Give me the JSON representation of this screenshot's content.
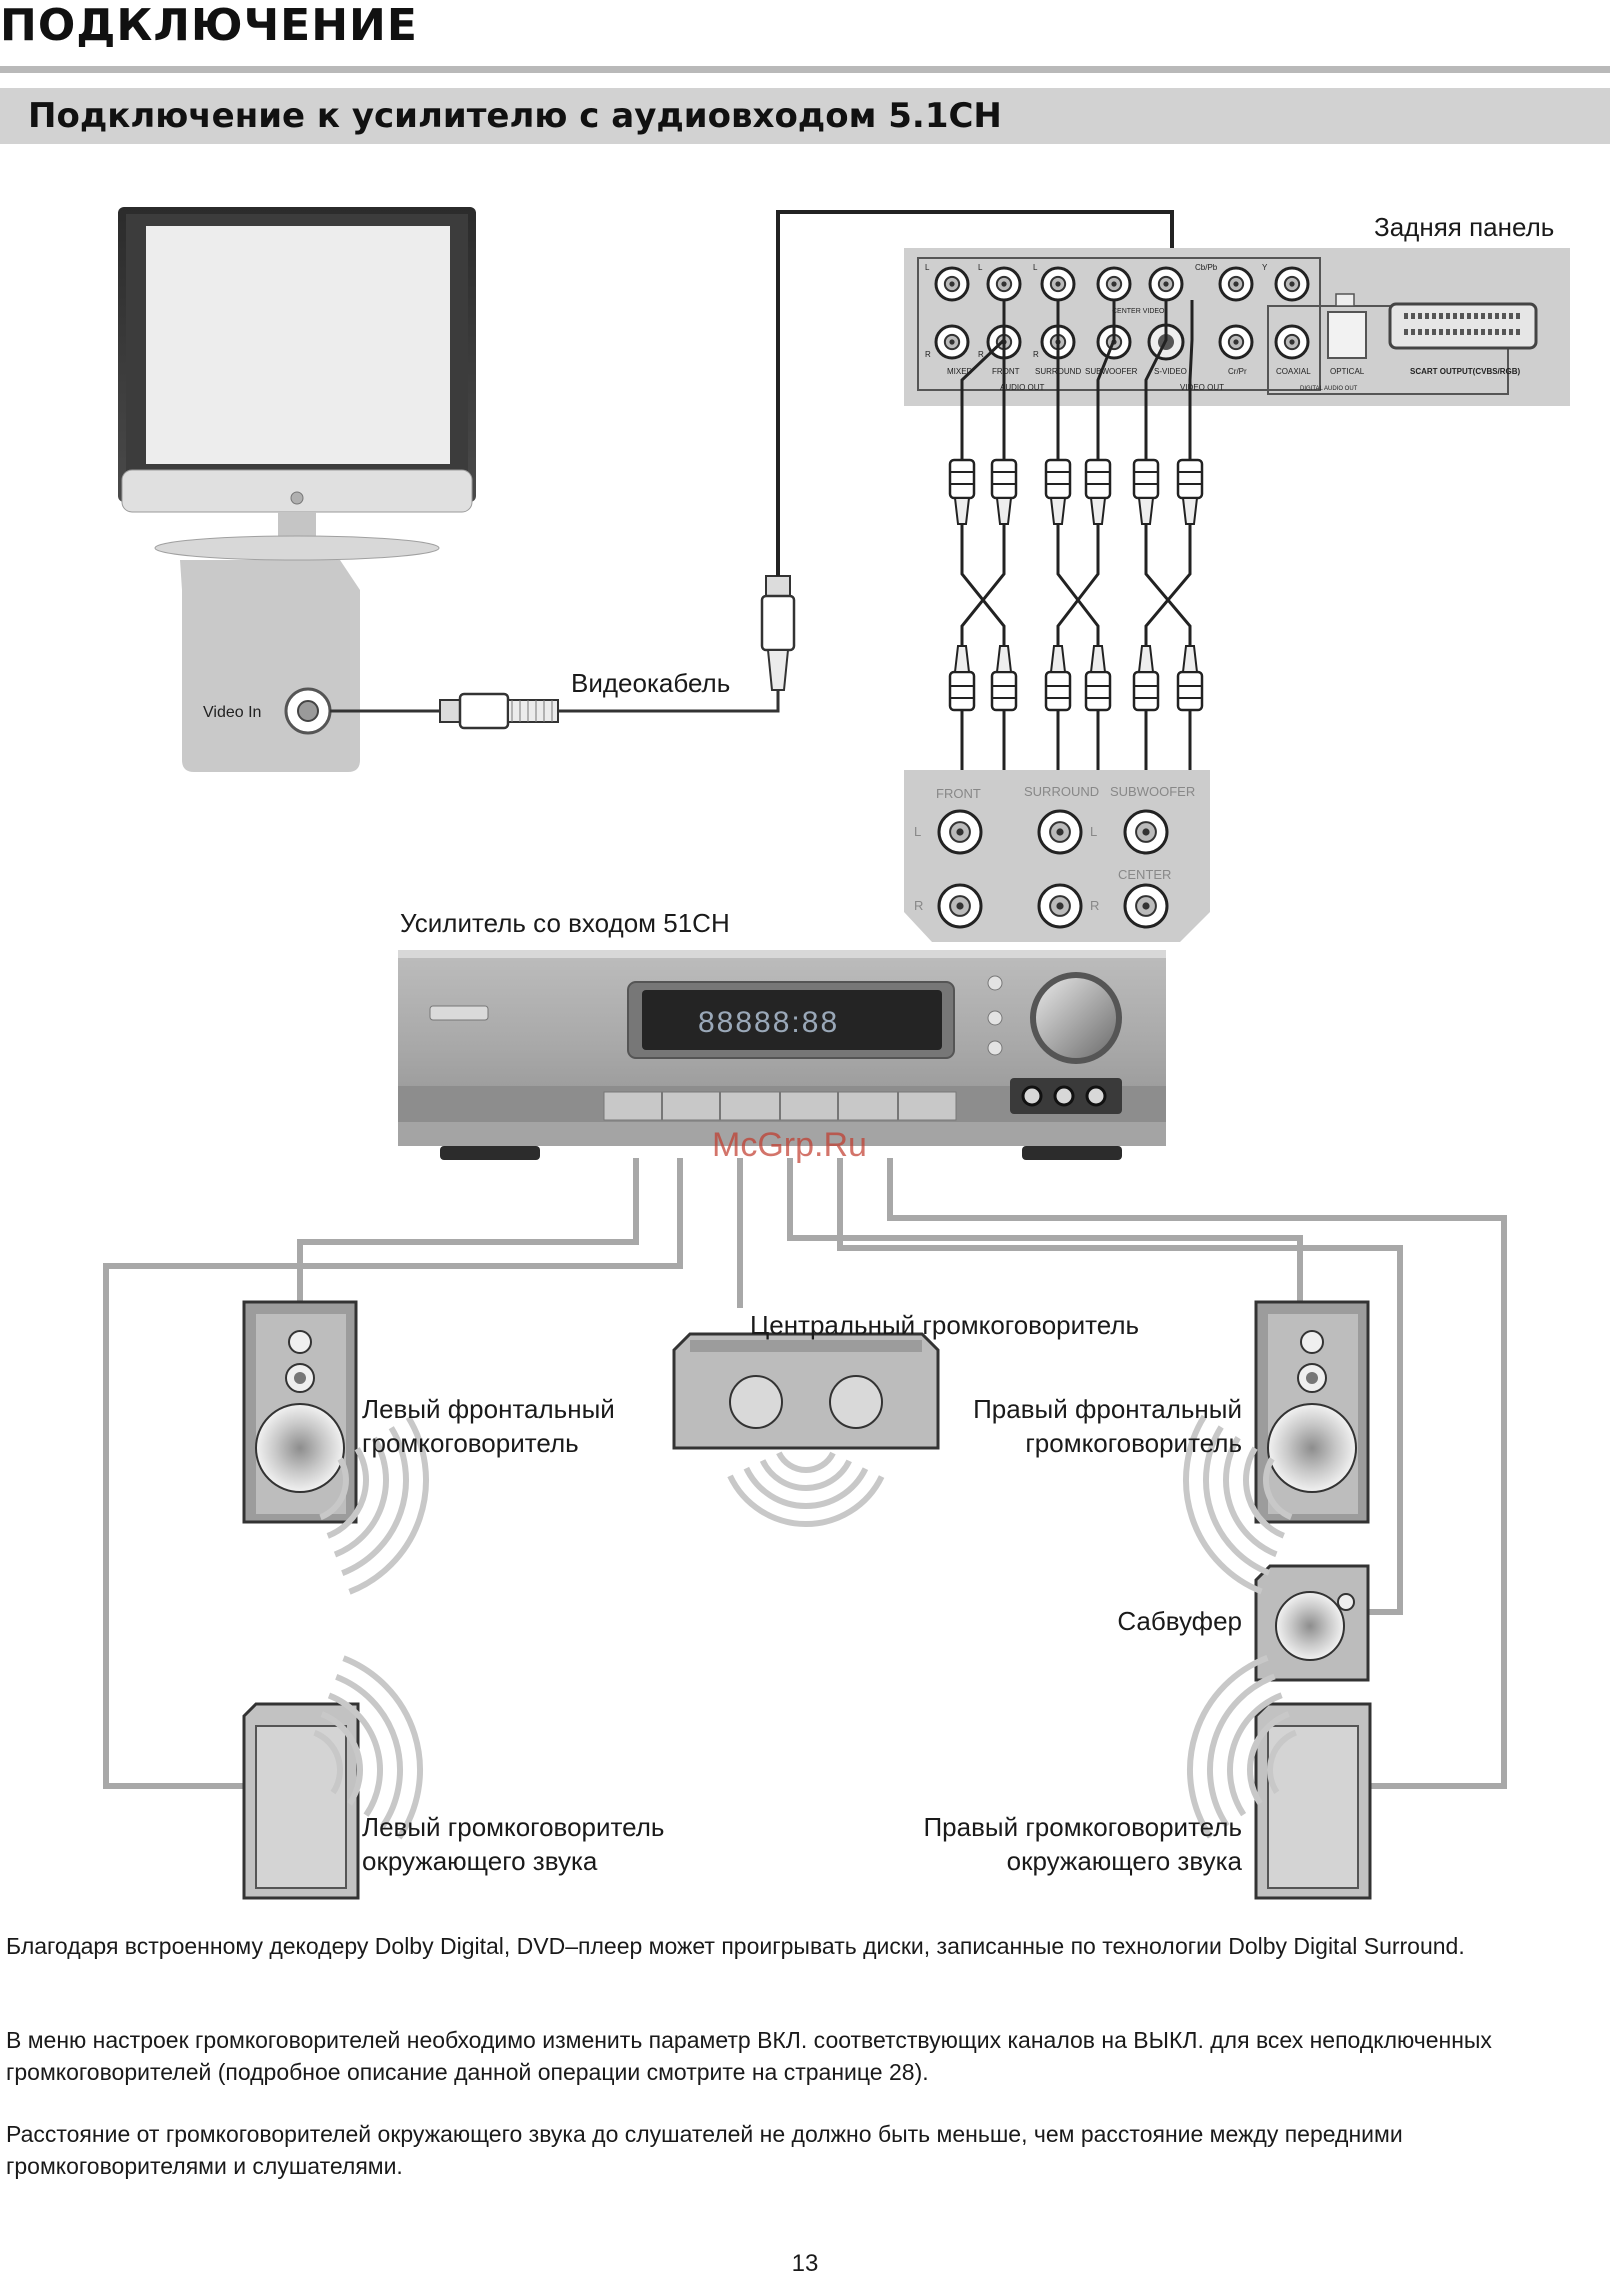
{
  "header": {
    "title": "ПОДКЛЮЧЕНИЕ",
    "section_title": "Подключение к усилителю с аудиовходом 5.1CH"
  },
  "diagram": {
    "rear_panel_label": "Задняя панель",
    "video_cable_label": "Видеокабель",
    "tv_input_label": "Video In",
    "amplifier_label": "Усилитель со входом 51CH",
    "watermark": "McGrp.Ru",
    "dvd_panel": {
      "lbl_L1": "L",
      "lbl_L2": "L",
      "lbl_L3": "L",
      "lbl_R1": "R",
      "lbl_R2": "R",
      "lbl_R3": "R",
      "cbpb": "Cb/Pb",
      "y": "Y",
      "crpr": "Cr/Pr",
      "center_video": "CENTER VIDEO",
      "mixed": "MIXED",
      "front": "FRONT",
      "surround": "SURROUND",
      "subwoofer": "SUBWOOFER",
      "svideo": "S-VIDEO",
      "coaxial": "COAXIAL",
      "optical": "OPTICAL",
      "audio_out": "AUDIO OUT",
      "video_out": "VIDEO OUT",
      "digital_audio_out": "DIGITAL AUDIO OUT",
      "scart": "SCART OUTPUT(CVBS/RGB)"
    },
    "amp_inputs": {
      "front": "FRONT",
      "surround": "SURROUND",
      "subwoofer": "SUBWOOFER",
      "center": "CENTER",
      "L": "L",
      "R": "R",
      "L2": "L",
      "R2": "R"
    },
    "display_digits": "88888:88",
    "speakers": {
      "center": "Центральный громкоговоритель",
      "front_left_1": "Левый фронтальный",
      "front_left_2": "громкоговоритель",
      "front_right_1": "Правый фронтальный",
      "front_right_2": "громкоговоритель",
      "subwoofer": "Сабвуфер",
      "surround_left_1": "Левый громкоговоритель",
      "surround_left_2": "окружающего звука",
      "surround_right_1": "Правый громкоговоритель",
      "surround_right_2": "окружающего звука"
    }
  },
  "paragraphs": [
    "Благодаря встроенному декодеру Dolby Digital, DVD–плеер может проигрывать диски, записанные по технологии Dolby Digital Surround.",
    "В меню настроек громкоговорителей необходимо изменить параметр ВКЛ. соответствующих каналов на ВЫКЛ. для всех неподключенных громкоговорителей (подробное описание данной операции смотрите на странице 28).",
    "Расстояние от громкоговорителей окружающего звука до слушателей не должно быть меньше, чем расстояние между передними громкоговорителями и слушателями."
  ],
  "page_number": "13"
}
